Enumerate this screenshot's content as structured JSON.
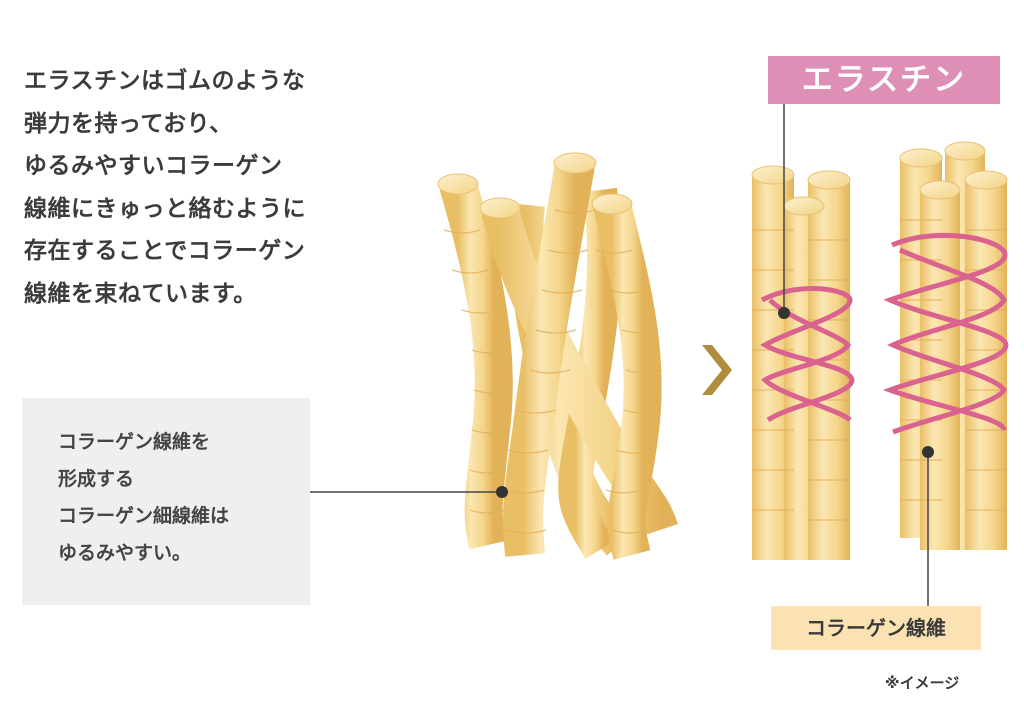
{
  "intro_lines": [
    "エラスチンはゴムのような",
    "弾力を持っており、",
    "ゆるみやすいコラーゲン",
    "線維にきゅっと絡むように",
    "存在することでコラーゲン",
    "線維を束ねています。"
  ],
  "note_lines": [
    "コラーゲン線維を",
    "形成する",
    "コラーゲン細線維は",
    "ゆるみやすい。"
  ],
  "labels": {
    "elastin": "エラスチン",
    "collagen_fiber": "コラーゲン線維",
    "image_note": "※イメージ"
  },
  "colors": {
    "elastin_pink": "#de8fb6",
    "elastin_coil": "#d9628f",
    "fiber_light": "#fbe6b0",
    "fiber_mid": "#f4d58a",
    "fiber_dark": "#e5b85c",
    "collagen_label_bg": "#fae2b3",
    "arrow": "#b08d3c",
    "note_bg": "#efefef"
  },
  "icons": {
    "arrow": "chevron-right-icon"
  }
}
